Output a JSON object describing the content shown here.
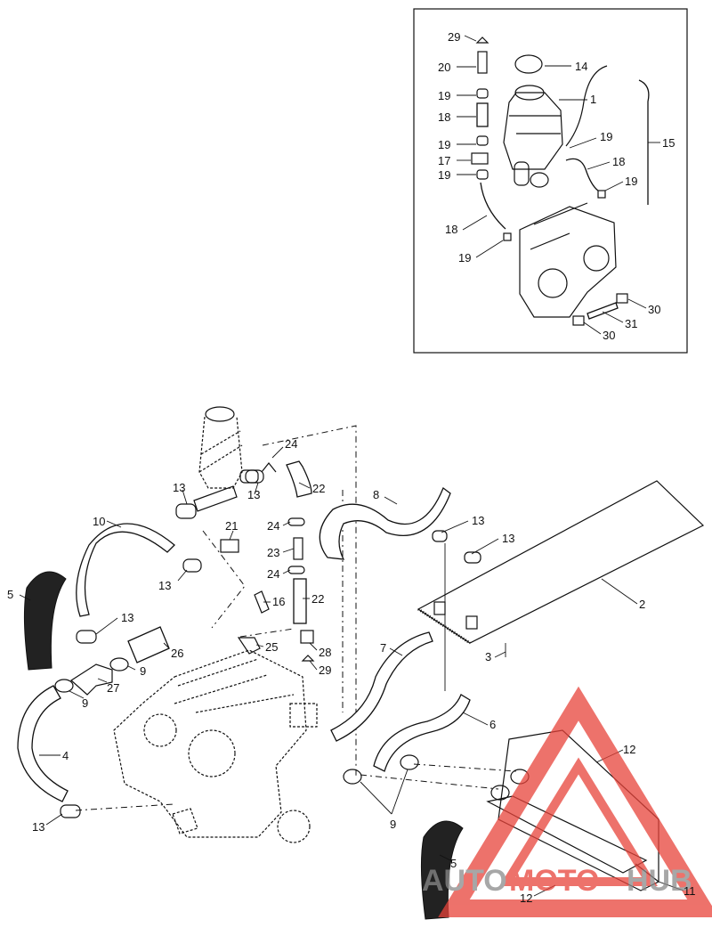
{
  "callouts": [
    {
      "id": "c29a",
      "text": "29"
    },
    {
      "id": "c20",
      "text": "20"
    },
    {
      "id": "c14",
      "text": "14"
    },
    {
      "id": "c19a",
      "text": "19"
    },
    {
      "id": "c1",
      "text": "1"
    },
    {
      "id": "c18a",
      "text": "18"
    },
    {
      "id": "c19b",
      "text": "19"
    },
    {
      "id": "c19c",
      "text": "19"
    },
    {
      "id": "c15",
      "text": "15"
    },
    {
      "id": "c17",
      "text": "17"
    },
    {
      "id": "c18b",
      "text": "18"
    },
    {
      "id": "c19d",
      "text": "19"
    },
    {
      "id": "c19e",
      "text": "19"
    },
    {
      "id": "c18c",
      "text": "18"
    },
    {
      "id": "c19f",
      "text": "19"
    },
    {
      "id": "c30a",
      "text": "30"
    },
    {
      "id": "c31",
      "text": "31"
    },
    {
      "id": "c30b",
      "text": "30"
    },
    {
      "id": "c24a",
      "text": "24"
    },
    {
      "id": "c13a",
      "text": "13"
    },
    {
      "id": "c13b",
      "text": "13"
    },
    {
      "id": "c22a",
      "text": "22"
    },
    {
      "id": "c8",
      "text": "8"
    },
    {
      "id": "c10",
      "text": "10"
    },
    {
      "id": "c24b",
      "text": "24"
    },
    {
      "id": "c13c",
      "text": "13"
    },
    {
      "id": "c21",
      "text": "21"
    },
    {
      "id": "c23",
      "text": "23"
    },
    {
      "id": "c13d",
      "text": "13"
    },
    {
      "id": "c24c",
      "text": "24"
    },
    {
      "id": "c13e",
      "text": "13"
    },
    {
      "id": "c5a",
      "text": "5"
    },
    {
      "id": "c22b",
      "text": "22"
    },
    {
      "id": "c16",
      "text": "16"
    },
    {
      "id": "c2",
      "text": "2"
    },
    {
      "id": "c13f",
      "text": "13"
    },
    {
      "id": "c26",
      "text": "26"
    },
    {
      "id": "c25",
      "text": "25"
    },
    {
      "id": "c7",
      "text": "7"
    },
    {
      "id": "c3",
      "text": "3"
    },
    {
      "id": "c28",
      "text": "28"
    },
    {
      "id": "c9a",
      "text": "9"
    },
    {
      "id": "c27",
      "text": "27"
    },
    {
      "id": "c29b",
      "text": "29"
    },
    {
      "id": "c9b",
      "text": "9"
    },
    {
      "id": "c6",
      "text": "6"
    },
    {
      "id": "c4",
      "text": "4"
    },
    {
      "id": "c12a",
      "text": "12"
    },
    {
      "id": "c9c",
      "text": "9"
    },
    {
      "id": "c13g",
      "text": "13"
    },
    {
      "id": "c5b",
      "text": "5"
    },
    {
      "id": "c12b",
      "text": "12"
    },
    {
      "id": "c11",
      "text": "11"
    }
  ],
  "watermark": {
    "text_a": "AUTO",
    "text_b": "MOTO",
    "text_c": "HUB",
    "color_red": "#e8433a",
    "color_gray": "#8a8a8a"
  }
}
